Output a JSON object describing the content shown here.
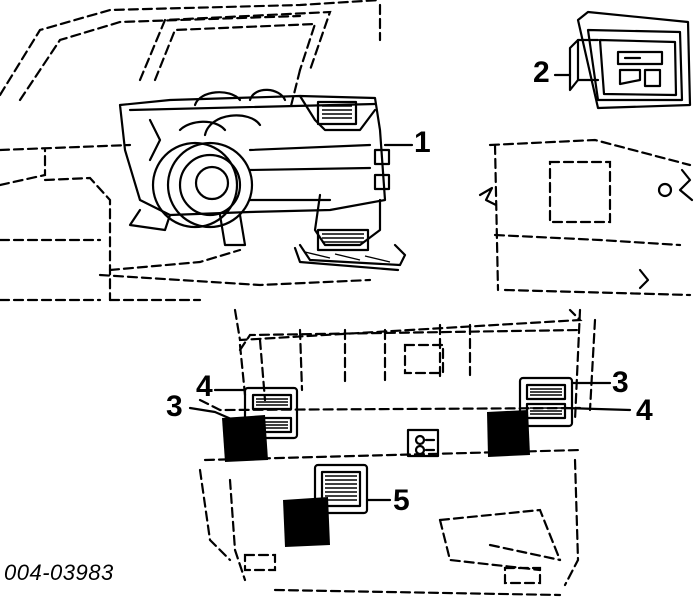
{
  "callouts": {
    "c1": "1",
    "c2": "2",
    "c3_left": "3",
    "c4_left": "4",
    "c3_right": "3",
    "c4_right": "4",
    "c5": "5"
  },
  "reference_code": "004-03983",
  "colors": {
    "ink": "#000000",
    "paper": "#ffffff"
  },
  "parts": [
    {
      "callout": "1",
      "item": "heater-unit-icon"
    },
    {
      "callout": "2",
      "item": "switch-module-icon"
    },
    {
      "callout": "3",
      "item": "vent-grille-icon"
    },
    {
      "callout": "4",
      "item": "vent-grille-icon"
    },
    {
      "callout": "5",
      "item": "center-vent-icon"
    }
  ]
}
